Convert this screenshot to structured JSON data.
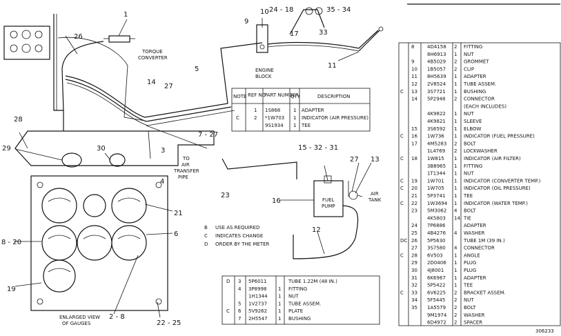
{
  "drawing_number": "306233",
  "callouts": {
    "c1": "1",
    "c26": "26",
    "c9": "9",
    "c10": "10",
    "c24_18": "24 - 18",
    "c35_34": "35 - 34",
    "c17": "17",
    "c33": "33",
    "c11": "11",
    "c5": "5",
    "c14": "14",
    "c27a": "27",
    "c7_27": "7 - 27",
    "c28": "28",
    "c29": "29",
    "c30": "30",
    "c3": "3",
    "c4": "4",
    "c15_32_31": "15 - 32 - 31",
    "c27b": "27",
    "c13": "13",
    "c23": "23",
    "c16": "16",
    "c12": "12",
    "c21": "21",
    "c6": "6",
    "c8_20": "8 - 20",
    "c19": "19",
    "c2_8": "2 - 8",
    "c22_25": "22 - 25"
  },
  "labels": {
    "torque_converter": [
      "TORQUE",
      "CONVERTER"
    ],
    "engine_block": [
      "ENGINE",
      "BLOCK"
    ],
    "air_transfer_pipe": [
      "TO",
      "AIR",
      "TRANSFER",
      "PIPE"
    ],
    "fuel_pump": [
      "FUEL",
      "PUMP"
    ],
    "air_tank": [
      "AIR",
      "TANK"
    ],
    "enlarged_view": [
      "ENLARGED VIEW",
      "OF GAUGES"
    ]
  },
  "legend": [
    {
      "code": "B",
      "text": "USE AS REQUIRED"
    },
    {
      "code": "C",
      "text": "INDICATES CHANGE"
    },
    {
      "code": "D",
      "text": "ORDER BY THE METER"
    }
  ],
  "small_table": {
    "headers": [
      "NOTE",
      "REF NO",
      "PART NUMBER",
      "QTY",
      "DESCRIPTION"
    ],
    "rows": [
      {
        "note": "",
        "ref": "1",
        "part": "1S868",
        "qty": "1",
        "desc": "ADAPTER"
      },
      {
        "note": "C",
        "ref": "2",
        "part": "*1W703",
        "qty": "1",
        "desc": "INDICATOR (AIR PRESSURE)"
      },
      {
        "note": "",
        "ref": "",
        "part": "9S1934",
        "qty": "1",
        "desc": "TEE"
      }
    ]
  },
  "bottom_table": {
    "rows": [
      {
        "note": "D",
        "ref": "3",
        "part": "5P6011",
        "qty": "",
        "desc": "TUBE 1.22M (48 IN.)"
      },
      {
        "note": "",
        "ref": "4",
        "part": "3P8998",
        "qty": "1",
        "desc": "FITTING"
      },
      {
        "note": "",
        "ref": "",
        "part": "1H1344",
        "qty": "1",
        "desc": "NUT"
      },
      {
        "note": "",
        "ref": "5",
        "part": "1V2737",
        "qty": "1",
        "desc": "TUBE ASSEM."
      },
      {
        "note": "C",
        "ref": "6",
        "part": "5V9262",
        "qty": "1",
        "desc": "PLATE"
      },
      {
        "note": "",
        "ref": "7",
        "part": "2H5547",
        "qty": "1",
        "desc": "BUSHING"
      }
    ]
  },
  "parts_list": [
    {
      "note": "",
      "ref": "8",
      "part": "4D4158",
      "qty": "2",
      "desc": "FITTING"
    },
    {
      "note": "",
      "ref": "",
      "part": "8H6913",
      "qty": "1",
      "desc": "NUT"
    },
    {
      "note": "",
      "ref": "9",
      "part": "4B5029",
      "qty": "2",
      "desc": "GROMMET"
    },
    {
      "note": "",
      "ref": "10",
      "part": "1B5057",
      "qty": "2",
      "desc": "CLIP"
    },
    {
      "note": "",
      "ref": "11",
      "part": "8H5639",
      "qty": "1",
      "desc": "ADAPTER"
    },
    {
      "note": "",
      "ref": "12",
      "part": "2V8524",
      "qty": "1",
      "desc": "TUBE ASSEM."
    },
    {
      "note": "C",
      "ref": "13",
      "part": "3S7721",
      "qty": "1",
      "desc": "BUSHING"
    },
    {
      "note": "",
      "ref": "14",
      "part": "5P2948",
      "qty": "2",
      "desc": "CONNECTOR"
    },
    {
      "note": "",
      "ref": "",
      "part": "",
      "qty": "",
      "desc": "(EACH INCLUDES)"
    },
    {
      "note": "",
      "ref": "",
      "part": "4K9822",
      "qty": "1",
      "desc": "NUT"
    },
    {
      "note": "",
      "ref": "",
      "part": "4K9821",
      "qty": "1",
      "desc": "SLEEVE"
    },
    {
      "note": "",
      "ref": "15",
      "part": "3S6592",
      "qty": "1",
      "desc": "ELBOW"
    },
    {
      "note": "C",
      "ref": "16",
      "part": "1W736",
      "qty": "1",
      "desc": "INDICATOR (FUEL PRESSURE)"
    },
    {
      "note": "",
      "ref": "17",
      "part": "4M5283",
      "qty": "2",
      "desc": "BOLT"
    },
    {
      "note": "",
      "ref": "",
      "part": "1L4769",
      "qty": "2",
      "desc": "LOCKWASHER"
    },
    {
      "note": "C",
      "ref": "18",
      "part": "1W815",
      "qty": "1",
      "desc": "INDICATOR (AIR FILTER)"
    },
    {
      "note": "",
      "ref": "",
      "part": "3B8965",
      "qty": "1",
      "desc": "FITTING"
    },
    {
      "note": "",
      "ref": "",
      "part": "1T1344",
      "qty": "1",
      "desc": "NUT"
    },
    {
      "note": "C",
      "ref": "19",
      "part": "1W701",
      "qty": "1",
      "desc": "INDICATOR (CONVERTER TEMP.)"
    },
    {
      "note": "C",
      "ref": "20",
      "part": "1W705",
      "qty": "1",
      "desc": "INDICATOR (OIL PRESSURE)"
    },
    {
      "note": "",
      "ref": "21",
      "part": "5P3741",
      "qty": "1",
      "desc": "TEE"
    },
    {
      "note": "C",
      "ref": "22",
      "part": "1W3694",
      "qty": "1",
      "desc": "INDICATOR (WATER TEMP.)"
    },
    {
      "note": "",
      "ref": "23",
      "part": "5M3062",
      "qty": "4",
      "desc": "BOLT"
    },
    {
      "note": "",
      "ref": "",
      "part": "4K5803",
      "qty": "14",
      "desc": "TIE"
    },
    {
      "note": "",
      "ref": "24",
      "part": "7P6886",
      "qty": "",
      "desc": "ADAPTER"
    },
    {
      "note": "",
      "ref": "25",
      "part": "4B4276",
      "qty": "4",
      "desc": "WASHER"
    },
    {
      "note": "DC",
      "ref": "26",
      "part": "5P5630",
      "qty": "",
      "desc": "TUBE 1M (39 IN.)"
    },
    {
      "note": "",
      "ref": "27",
      "part": "3S7580",
      "qty": "4",
      "desc": "CONNECTOR"
    },
    {
      "note": "C",
      "ref": "28",
      "part": "6V503",
      "qty": "1",
      "desc": "ANGLE"
    },
    {
      "note": "",
      "ref": "29",
      "part": "2D0406",
      "qty": "1",
      "desc": "PLUG"
    },
    {
      "note": "",
      "ref": "30",
      "part": "4J8001",
      "qty": "1",
      "desc": "PLUG"
    },
    {
      "note": "",
      "ref": "31",
      "part": "6K6967",
      "qty": "1",
      "desc": "ADAPTER"
    },
    {
      "note": "",
      "ref": "32",
      "part": "5P5422",
      "qty": "1",
      "desc": "TEE"
    },
    {
      "note": "C",
      "ref": "33",
      "part": "6V6225",
      "qty": "2",
      "desc": "BRACKET ASSEM."
    },
    {
      "note": "",
      "ref": "34",
      "part": "5F5445",
      "qty": "2",
      "desc": "NUT"
    },
    {
      "note": "",
      "ref": "35",
      "part": "1A5579",
      "qty": "2",
      "desc": "BOLT"
    },
    {
      "note": "",
      "ref": "",
      "part": "9M1974",
      "qty": "2",
      "desc": "WASHER"
    },
    {
      "note": "",
      "ref": "",
      "part": "6D4972",
      "qty": "2",
      "desc": "SPACER"
    }
  ]
}
